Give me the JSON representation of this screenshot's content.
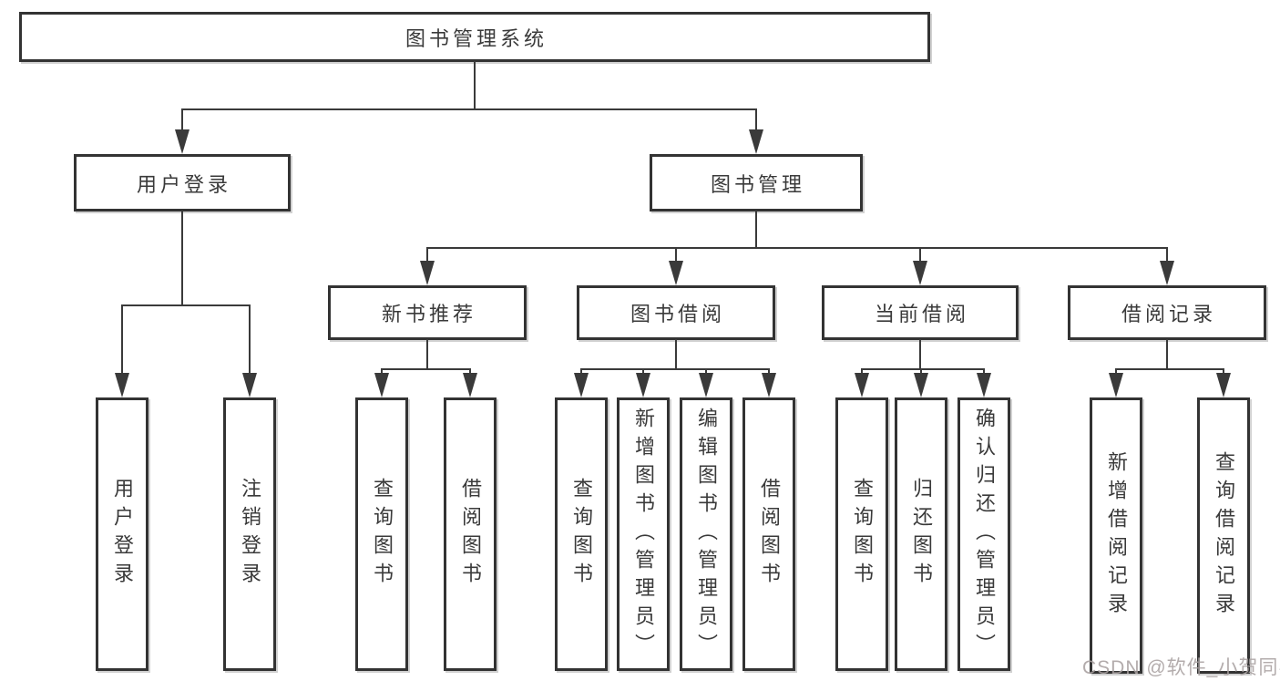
{
  "tree": {
    "root": "图书管理系统",
    "user_login": {
      "label": "用户登录",
      "children": [
        "用户登录",
        "注销登录"
      ]
    },
    "book_management": {
      "label": "图书管理",
      "sections": {
        "new_book": {
          "label": "新书推荐",
          "children": [
            "查询图书",
            "借阅图书"
          ]
        },
        "borrow": {
          "label": "图书借阅",
          "children": [
            "查询图书",
            "新增图书（管理员）",
            "编辑图书（管理员）",
            "借阅图书"
          ]
        },
        "current": {
          "label": "当前借阅",
          "children": [
            "查询图书",
            "归还图书",
            "确认归还（管理员）"
          ]
        },
        "records": {
          "label": "借阅记录",
          "children": [
            "新增借阅记录",
            "查询借阅记录"
          ]
        }
      }
    }
  },
  "watermark": "CSDN @软件_小贺同学",
  "colors": {
    "line": "#3a3a3a",
    "box_border": "#333333",
    "text": "#3a3a3a",
    "watermark_text": "#b3abab",
    "background": "#ffffff"
  }
}
